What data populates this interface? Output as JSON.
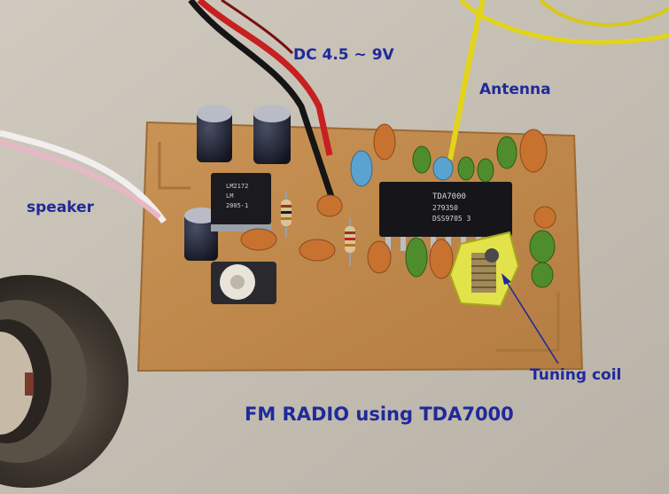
{
  "labels": {
    "power": "DC 4.5 ~ 9V",
    "antenna": "Antenna",
    "speaker": "speaker",
    "tuning_coil": "Tuning coil",
    "title": "FM RADIO using TDA7000"
  },
  "chip_markings": {
    "tda": [
      "TDA7000",
      "279350",
      "DSS9705 3"
    ],
    "amp": [
      "LM2172",
      "LM",
      "2005-1"
    ]
  },
  "colors": {
    "label_text": "#1f2a9a",
    "table": "#c9c3b8",
    "board": "#c08a4e"
  }
}
